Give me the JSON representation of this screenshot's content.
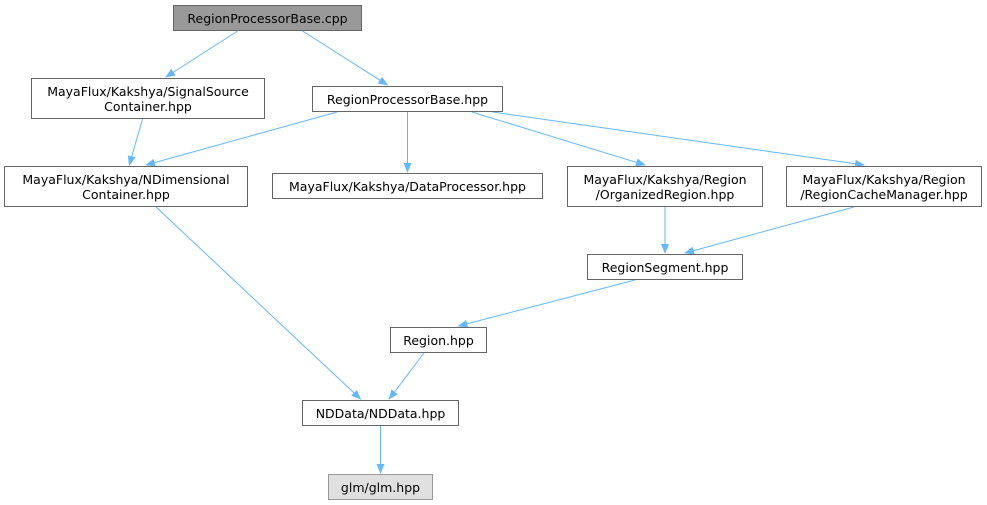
{
  "graph": {
    "edge_color": "#63b8ff",
    "nodes": [
      {
        "id": "root",
        "lines": [
          "RegionProcessorBase.cpp"
        ],
        "style": "root"
      },
      {
        "id": "signal",
        "lines": [
          "MayaFlux/Kakshya/SignalSource",
          "Container.hpp"
        ],
        "style": "normal"
      },
      {
        "id": "rpbhpp",
        "lines": [
          "RegionProcessorBase.hpp"
        ],
        "style": "normal"
      },
      {
        "id": "ndim",
        "lines": [
          "MayaFlux/Kakshya/NDimensional",
          "Container.hpp"
        ],
        "style": "normal"
      },
      {
        "id": "dataproc",
        "lines": [
          "MayaFlux/Kakshya/DataProcessor.hpp"
        ],
        "style": "normal"
      },
      {
        "id": "orgreg",
        "lines": [
          "MayaFlux/Kakshya/Region",
          "/OrganizedRegion.hpp"
        ],
        "style": "normal"
      },
      {
        "id": "cache",
        "lines": [
          "MayaFlux/Kakshya/Region",
          "/RegionCacheManager.hpp"
        ],
        "style": "normal"
      },
      {
        "id": "segment",
        "lines": [
          "RegionSegment.hpp"
        ],
        "style": "normal"
      },
      {
        "id": "region",
        "lines": [
          "Region.hpp"
        ],
        "style": "normal"
      },
      {
        "id": "nddata",
        "lines": [
          "NDData/NDData.hpp"
        ],
        "style": "normal"
      },
      {
        "id": "glm",
        "lines": [
          "glm/glm.hpp"
        ],
        "style": "ext"
      }
    ],
    "edges": [
      [
        "root",
        "signal"
      ],
      [
        "root",
        "rpbhpp"
      ],
      [
        "signal",
        "ndim"
      ],
      [
        "rpbhpp",
        "ndim"
      ],
      [
        "rpbhpp",
        "dataproc"
      ],
      [
        "rpbhpp",
        "orgreg"
      ],
      [
        "rpbhpp",
        "cache"
      ],
      [
        "ndim",
        "nddata"
      ],
      [
        "orgreg",
        "segment"
      ],
      [
        "cache",
        "segment"
      ],
      [
        "segment",
        "region"
      ],
      [
        "region",
        "nddata"
      ],
      [
        "nddata",
        "glm"
      ]
    ]
  }
}
